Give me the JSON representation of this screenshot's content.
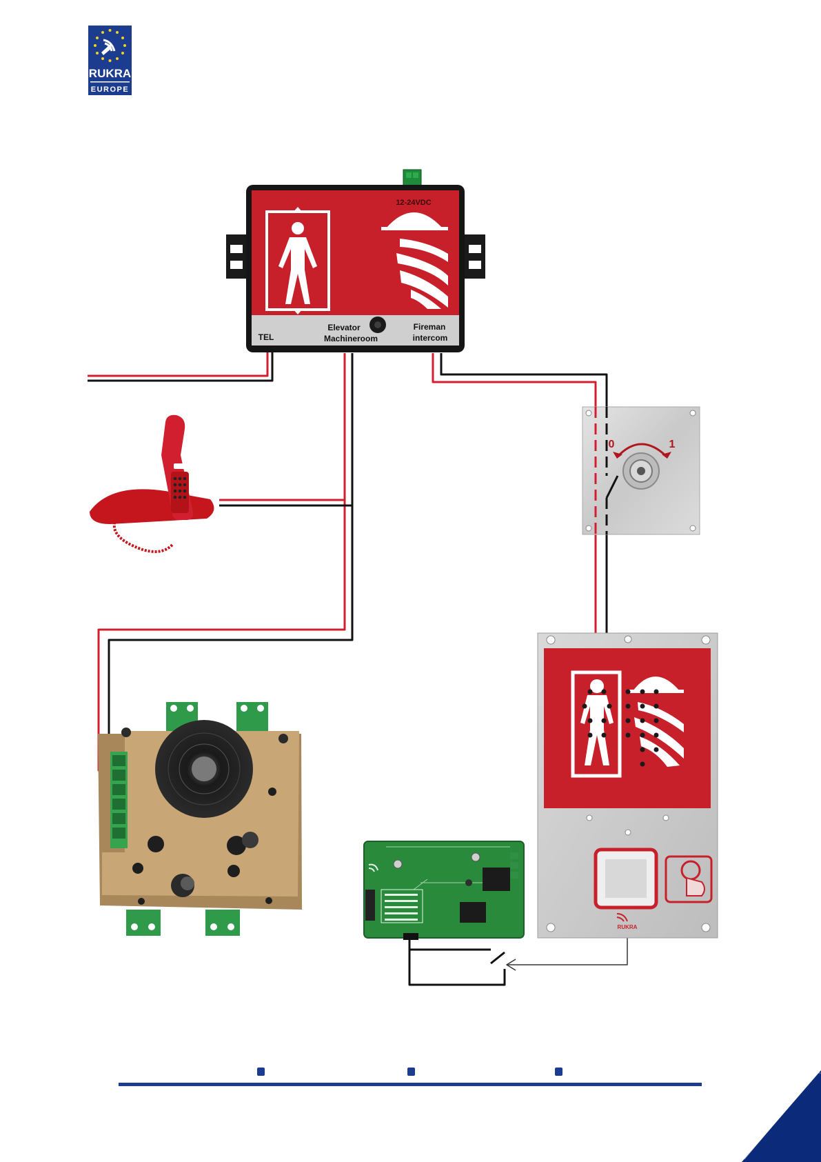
{
  "logo": {
    "line1": "RUKRA",
    "line2": "EUROPE"
  },
  "control_unit": {
    "power_label": "12-24VDC",
    "port_tel": "TEL",
    "port_machineroom_line1": "Elevator",
    "port_machineroom_line2": "Machineroom",
    "port_fireman_line1": "Fireman",
    "port_fireman_line2": "intercom"
  },
  "key_switch": {
    "pos_off": "0",
    "pos_on": "1"
  },
  "fireman_panel": {
    "brand": "RUKRA"
  },
  "colors": {
    "wire_red": "#d21f2f",
    "wire_black": "#111111",
    "sign_red": "#c8202a",
    "brand_blue": "#1c3d8f",
    "navy": "#0c2a7a"
  },
  "footer": {
    "bullets": 3
  }
}
